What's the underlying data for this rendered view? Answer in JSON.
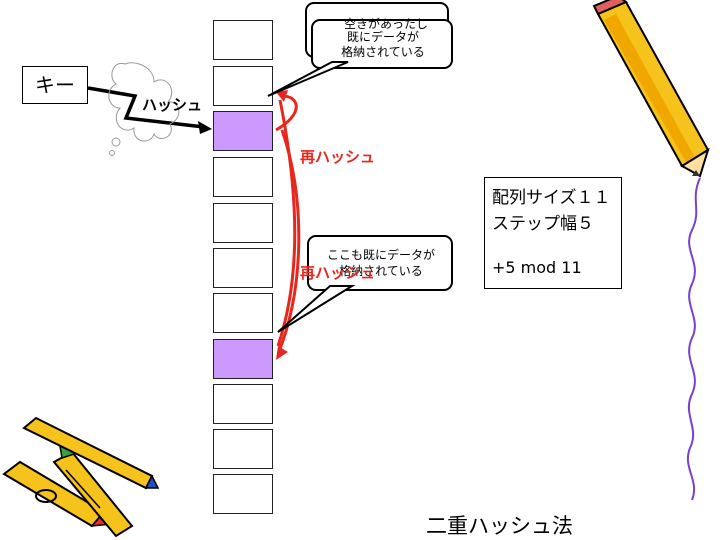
{
  "diagram": {
    "key_label": "キー",
    "hash_label": "ハッシュ",
    "rehash_label_1": "再ハッシュ",
    "rehash_label_2": "再ハッシュ",
    "callout_top_back": "空きがあったし",
    "callout_top_front_line1": "既にデータが",
    "callout_top_front_line2": "格納されている",
    "callout_mid_line1": "ここも既にデータが",
    "callout_mid_line2": "格納されている",
    "info_line1": "配列サイズ１１",
    "info_line2": "ステップ幅５",
    "info_line3": "+5 mod 11",
    "title": "二重ハッシュ法",
    "table_cells": 11,
    "highlighted_cells": [
      2,
      7
    ]
  },
  "colors": {
    "highlight": "#cc99ff",
    "rehash": "#e8261c",
    "arrow": "#000000"
  },
  "icons": [
    "cloud-icon",
    "pencil-icon",
    "crayons-icon"
  ]
}
